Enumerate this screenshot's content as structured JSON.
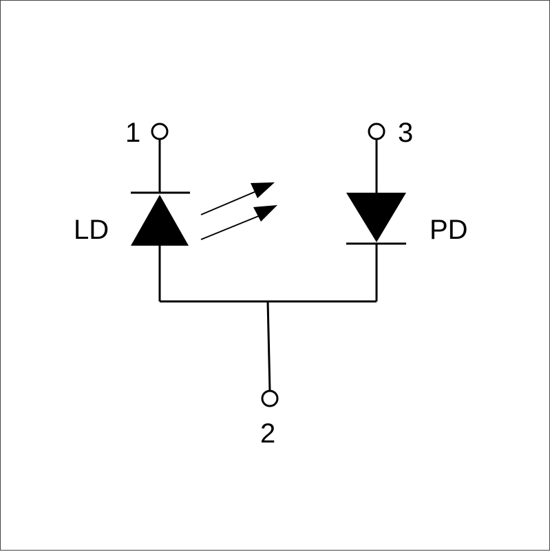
{
  "pins": {
    "pin1": "1",
    "pin2": "2",
    "pin3": "3"
  },
  "labels": {
    "laser_diode": "LD",
    "photodiode": "PD"
  },
  "colors": {
    "line": "#000000",
    "background": "#ffffff"
  }
}
